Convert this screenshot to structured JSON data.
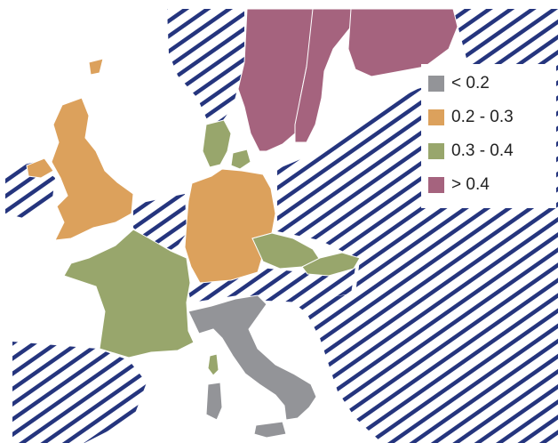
{
  "legend": {
    "items": [
      {
        "label": "< 0.2",
        "color": "#939498"
      },
      {
        "label": "0.2 - 0.3",
        "color": "#dca15c"
      },
      {
        "label": "0.3 - 0.4",
        "color": "#98a66c"
      },
      {
        "label": "> 0.4",
        "color": "#a5637e"
      }
    ]
  },
  "map": {
    "no_data_pattern": "diagonal-navy-hatch",
    "hatch_color": "#25357e",
    "countries": [
      {
        "name": "United Kingdom",
        "class": "0.2 - 0.3"
      },
      {
        "name": "Germany",
        "class": "0.2 - 0.3"
      },
      {
        "name": "France",
        "class": "0.3 - 0.4"
      },
      {
        "name": "Denmark",
        "class": "0.3 - 0.4"
      },
      {
        "name": "Czech Republic",
        "class": "0.3 - 0.4"
      },
      {
        "name": "Slovakia",
        "class": "0.3 - 0.4"
      },
      {
        "name": "Italy",
        "class": "< 0.2"
      },
      {
        "name": "Norway",
        "class": "> 0.4"
      },
      {
        "name": "Sweden",
        "class": "> 0.4"
      },
      {
        "name": "Finland",
        "class": "> 0.4"
      }
    ]
  }
}
